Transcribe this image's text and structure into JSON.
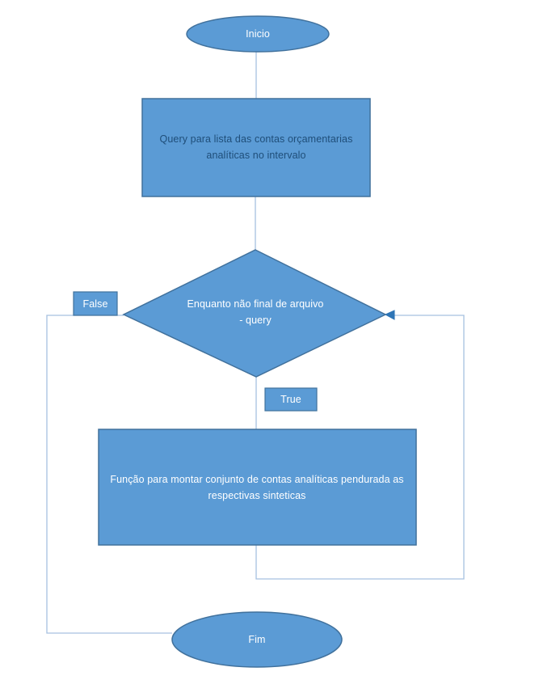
{
  "diagram": {
    "kind": "flowchart",
    "nodes": {
      "start": {
        "label": "Inicio",
        "shape": "terminator-ellipse"
      },
      "process_query": {
        "label": "Query para lista das contas orçamentarias analíticas no intervalo",
        "shape": "process-rectangle"
      },
      "decision_loop": {
        "label": "Enquanto não final de arquivo - query",
        "shape": "decision-diamond"
      },
      "branch_false": {
        "label": "False",
        "shape": "label-box"
      },
      "branch_true": {
        "label": "True",
        "shape": "label-box"
      },
      "process_build": {
        "label": "Função para montar conjunto de contas analíticas pendurada as respectivas sinteticas",
        "shape": "process-rectangle"
      },
      "end": {
        "label": "Fim",
        "shape": "terminator-ellipse"
      }
    },
    "edges": [
      {
        "from": "start",
        "to": "process_query"
      },
      {
        "from": "process_query",
        "to": "decision_loop"
      },
      {
        "from": "decision_loop",
        "to": "end",
        "branch": "False"
      },
      {
        "from": "decision_loop",
        "to": "process_build",
        "branch": "True"
      },
      {
        "from": "process_build",
        "to": "decision_loop",
        "loop": "back-edge with left-pointing arrowhead"
      }
    ],
    "colors": {
      "shape_fill": "#5B9BD5",
      "shape_border": "#41719C",
      "connector_line": "#A6C1E0",
      "arrowhead": "#2E75B6",
      "text_light": "#FFFFFF",
      "text_dark": "#1F4E79",
      "background": "#FFFFFF"
    }
  }
}
